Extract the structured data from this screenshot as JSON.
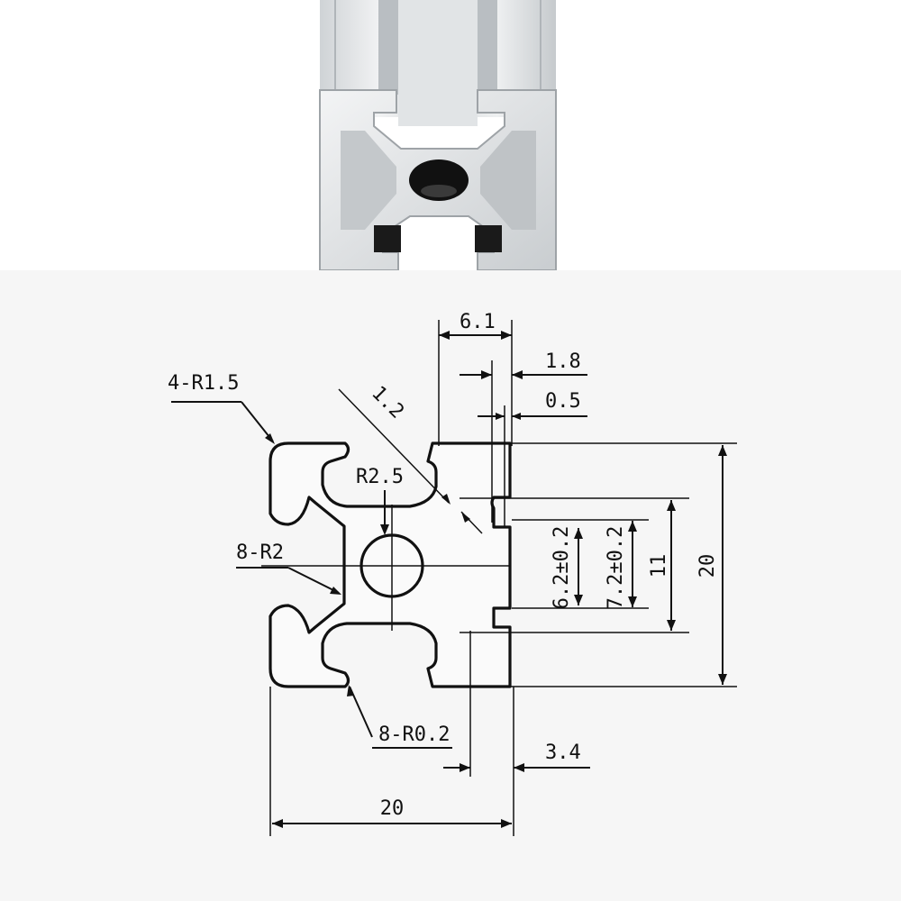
{
  "photo": {
    "subject": "aluminum-extrusion-profile",
    "colors": {
      "metal_light": "#e8eaec",
      "metal_mid": "#cfd3d6",
      "metal_dark": "#9ea3a7",
      "hole": "#111111"
    }
  },
  "drawing": {
    "colors": {
      "background": "#f6f6f6",
      "line": "#111111"
    },
    "labels": {
      "corner_radius": "4-R1.5",
      "wall_thickness": "1.2",
      "center_radius": "R2.5",
      "inner_radius": "8-R2",
      "small_radius": "8-R0.2",
      "slot_width_top": "6.1",
      "lip_depth": "1.8",
      "lip_gap": "0.5",
      "slot_opening_a": "6.2±0.2",
      "slot_opening_b": "7.2±0.2",
      "slot_depth": "11",
      "height": "20",
      "width": "20",
      "offset": "3.4"
    }
  }
}
